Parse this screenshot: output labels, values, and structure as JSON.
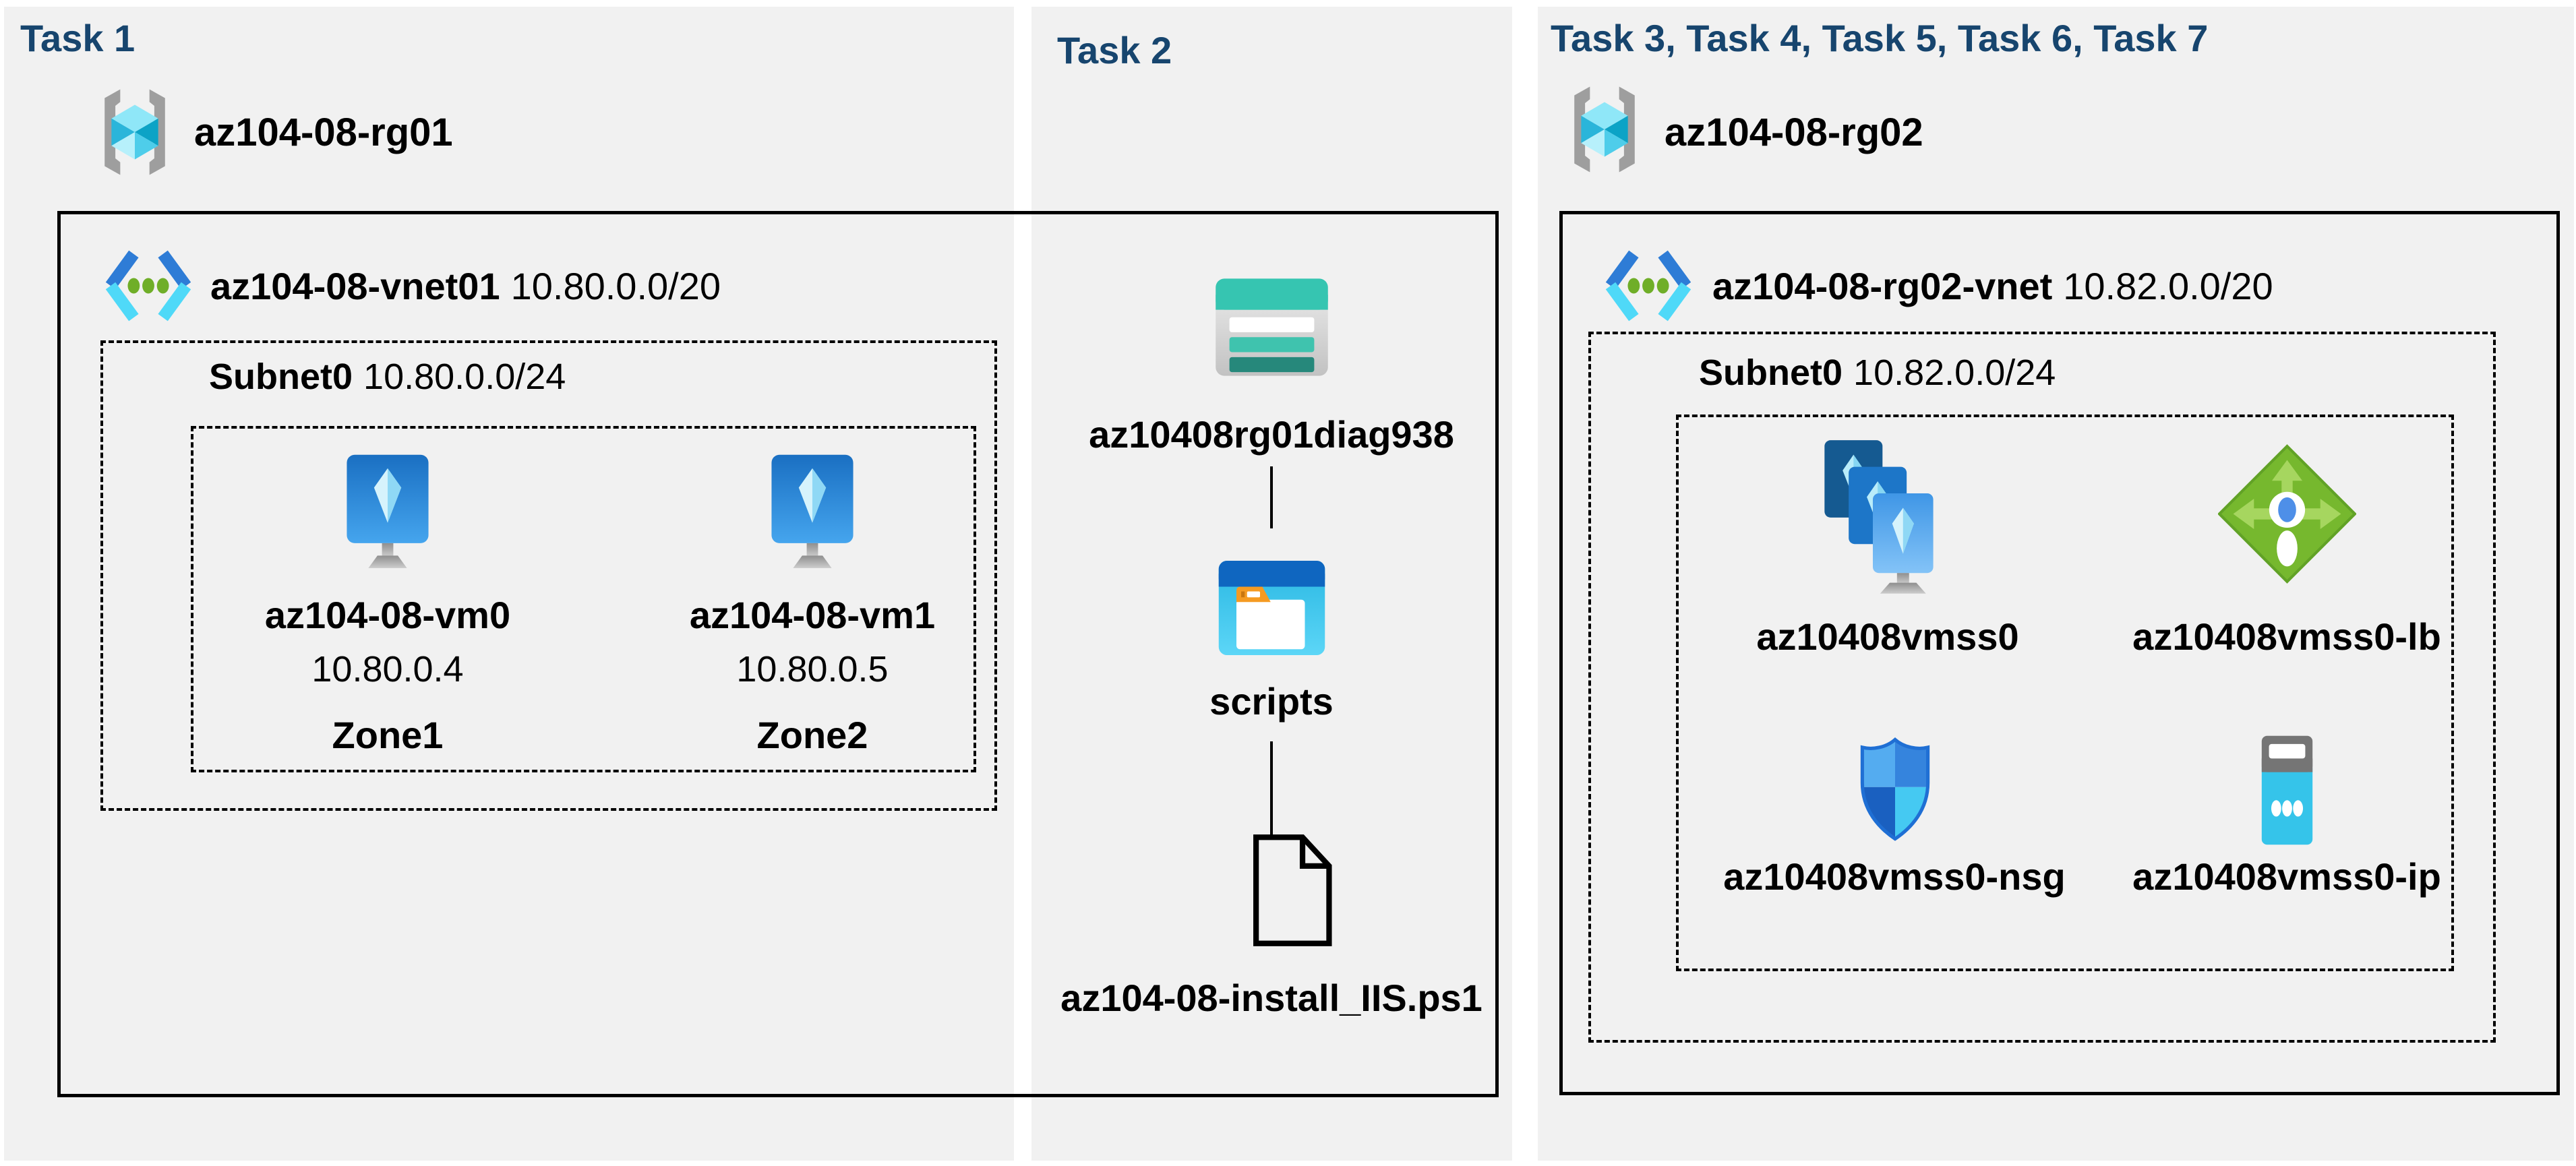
{
  "colors": {
    "panel_bg": "#f1f1f1",
    "header_text": "#17456e",
    "border": "#000000",
    "vm_blue": "#2b8ae2",
    "vnet_chevron_blue": "#2e7cd6",
    "vnet_chevron_cyan": "#4fd9f8",
    "vnet_dot_green": "#6fae28",
    "storage_teal": "#36c5b1",
    "container_blue": "#0f66c0",
    "container_cyan": "#35c0e8",
    "lb_green": "#76b82e",
    "nsg_blue": "#2f7fd8",
    "ip_cyan": "#35c4ea",
    "rg_bracket_gray": "#9e9e9e"
  },
  "panels": {
    "task1": {
      "title": "Task 1",
      "resource_group": "az104-08-rg01",
      "vnet": {
        "name": "az104-08-vnet01",
        "cidr": "10.80.0.0/20"
      },
      "subnet": {
        "name": "Subnet0",
        "cidr": "10.80.0.0/24"
      },
      "vms": [
        {
          "name": "az104-08-vm0",
          "ip": "10.80.0.4",
          "zone": "Zone1"
        },
        {
          "name": "az104-08-vm1",
          "ip": "10.80.0.5",
          "zone": "Zone2"
        }
      ]
    },
    "task2": {
      "title": "Task 2",
      "storage_account": "az10408rg01diag938",
      "container": "scripts",
      "file": "az104-08-install_IIS.ps1"
    },
    "task3": {
      "title": "Task 3, Task 4, Task 5, Task 6, Task 7",
      "resource_group": "az104-08-rg02",
      "vnet": {
        "name": "az104-08-rg02-vnet",
        "cidr": "10.82.0.0/20"
      },
      "subnet": {
        "name": "Subnet0",
        "cidr": "10.82.0.0/24"
      },
      "resources": [
        {
          "name": "az10408vmss0"
        },
        {
          "name": "az10408vmss0-lb"
        },
        {
          "name": "az10408vmss0-nsg"
        },
        {
          "name": "az10408vmss0-ip"
        }
      ]
    }
  }
}
